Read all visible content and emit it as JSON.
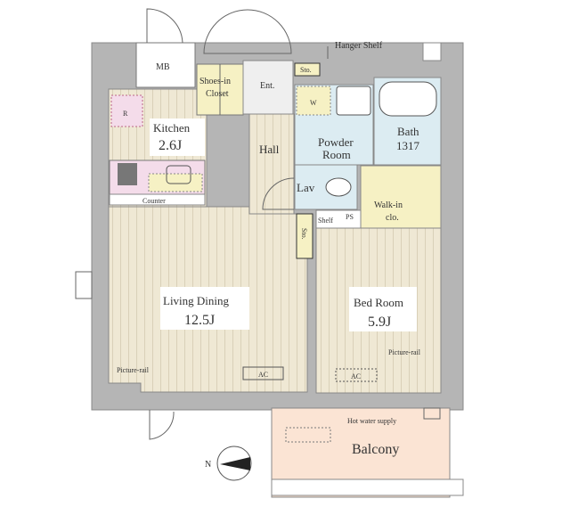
{
  "colors": {
    "wall": "#b5b5b5",
    "floor_wood": "#efe8d4",
    "wet_area": "#dcecf2",
    "closet": "#f6f1c4",
    "balcony": "#fbe4d4",
    "kitchen_pink": "#f4dcea"
  },
  "labels": {
    "mb": "MB",
    "shoes_closet_1": "Shoes-in",
    "shoes_closet_2": "Closet",
    "entrance": "Ent.",
    "storage_top": "Sto.",
    "hanger_shelf": "Hanger Shelf",
    "refrigerator": "R",
    "washer": "W",
    "kitchen": "Kitchen",
    "kitchen_size": "2.6J",
    "hall": "Hall",
    "powder_room_1": "Powder",
    "powder_room_2": "Room",
    "bath": "Bath",
    "bath_size": "1317",
    "lavatory": "Lav",
    "walk_in_1": "Walk-in",
    "walk_in_2": "clo.",
    "counter": "Counter",
    "shelf": "Shelf",
    "ps": "PS",
    "storage_hall": "Sto.",
    "living_dining": "Living Dining",
    "living_size": "12.5J",
    "bed_room": "Bed Room",
    "bed_size": "5.9J",
    "picture_rail_left": "Picture-rail",
    "picture_rail_right": "Picture-rail",
    "ac_left": "AC",
    "ac_right": "AC",
    "hot_water": "Hot water supply",
    "balcony": "Balcony",
    "north": "N"
  },
  "icons": [
    "compass-north-icon",
    "bathtub-icon",
    "toilet-icon",
    "washbasin-icon",
    "stove-icon",
    "sink-icon",
    "door-swing-icon"
  ]
}
